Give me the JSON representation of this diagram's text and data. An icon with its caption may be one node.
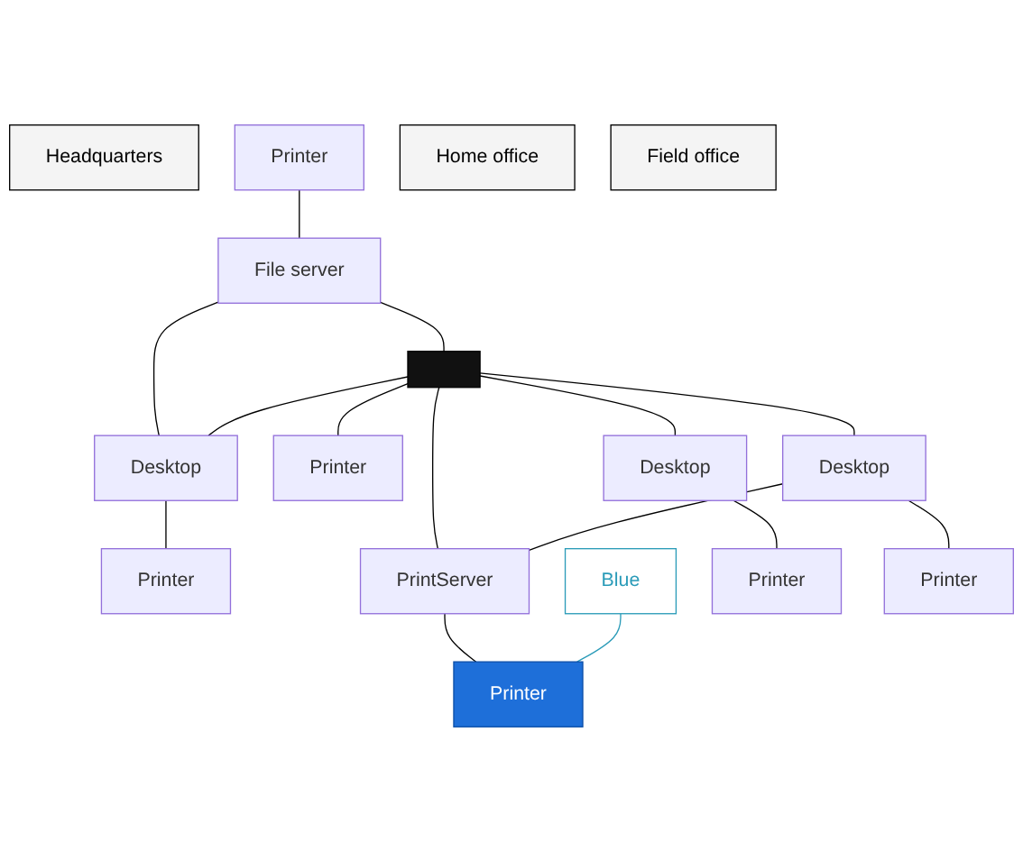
{
  "diagram": {
    "nodes": [
      {
        "text": [
          "Desktop"
        ]
      },
      {
        "text": [
          "Printer"
        ]
      },
      {
        "text": [
          "Headquarters"
        ]
      },
      {
        "text": [
          "Printer"
        ]
      },
      {
        "text": [
          "File server"
        ]
      },
      {
        "text": [],
        "shape": "box"
      },
      {
        "text": [
          "Printer"
        ]
      },
      {
        "text": [
          "Desktop"
        ]
      },
      {
        "text": [
          "Desktop"
        ]
      },
      {
        "text": [
          "PrintServer"
        ]
      },
      {
        "text": [
          "Blue"
        ]
      },
      {
        "text": [
          "Home office"
        ]
      },
      {
        "text": [
          "Printer"
        ]
      },
      {
        "text": [
          "Printer"
        ]
      },
      {
        "text": [
          "Printer"
        ]
      },
      {
        "text": [
          "Field office"
        ]
      }
    ],
    "edges": [
      {
        "from": 4,
        "to": 0,
        "arrow": "none"
      },
      {
        "from": 5,
        "to": 0,
        "arrow": "none"
      },
      {
        "from": 0,
        "to": 1,
        "arrow": "none"
      },
      {
        "from": 3,
        "to": 4,
        "arrow": "none"
      },
      {
        "from": 4,
        "to": 5,
        "arrow": "none"
      },
      {
        "from": 5,
        "to": 6,
        "arrow": "none"
      },
      {
        "from": 5,
        "to": 7,
        "arrow": "none"
      },
      {
        "from": 5,
        "to": 8,
        "arrow": "none"
      },
      {
        "from": 5,
        "to": 9,
        "arrow": "none"
      },
      {
        "from": 8,
        "to": 9,
        "arrow": "none"
      },
      {
        "from": 7,
        "to": 12,
        "arrow": "none"
      },
      {
        "from": 8,
        "to": 13,
        "arrow": "none"
      },
      {
        "from": 9,
        "to": 14,
        "arrow": "none"
      },
      {
        "from": 10,
        "to": 14,
        "arrow": "none",
        "color": "#2a9bb8"
      }
    ]
  }
}
